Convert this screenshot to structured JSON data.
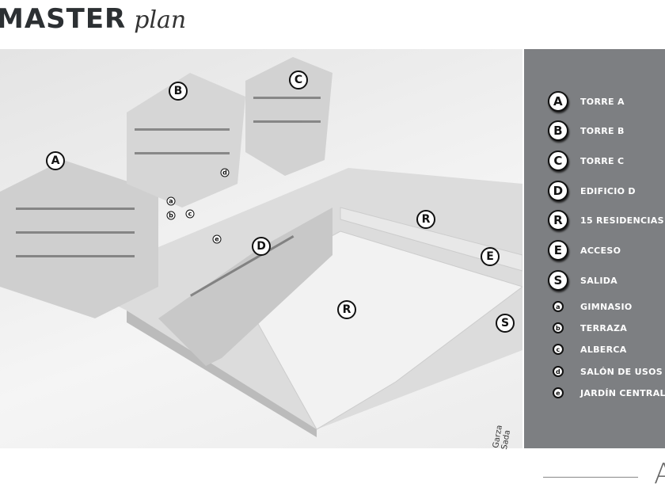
{
  "header": {
    "title_bold": "MASTER",
    "title_italic": "plan"
  },
  "map": {
    "street": "Garza Sada",
    "markers": [
      "A",
      "B",
      "C",
      "D",
      "R",
      "R",
      "E",
      "S",
      "a",
      "b",
      "c",
      "d",
      "e"
    ]
  },
  "legend": [
    {
      "key": "A",
      "label": "TORRE A"
    },
    {
      "key": "B",
      "label": "TORRE B"
    },
    {
      "key": "C",
      "label": "TORRE C"
    },
    {
      "key": "D",
      "label": "EDIFICIO D"
    },
    {
      "key": "R",
      "label": "15 RESIDENCIAS"
    },
    {
      "key": "E",
      "label": "ACCESO"
    },
    {
      "key": "S",
      "label": "SALIDA"
    },
    {
      "key": "a",
      "label": "GIMNASIO"
    },
    {
      "key": "b",
      "label": "TERRAZA"
    },
    {
      "key": "c",
      "label": "ALBERCA"
    },
    {
      "key": "d",
      "label": "SALÓN DE USOS M"
    },
    {
      "key": "e",
      "label": "JARDÍN CENTRAL"
    }
  ],
  "footer": {
    "letter": "A"
  },
  "colors": {
    "panel": "#7d7f82",
    "title": "#2c3033"
  }
}
